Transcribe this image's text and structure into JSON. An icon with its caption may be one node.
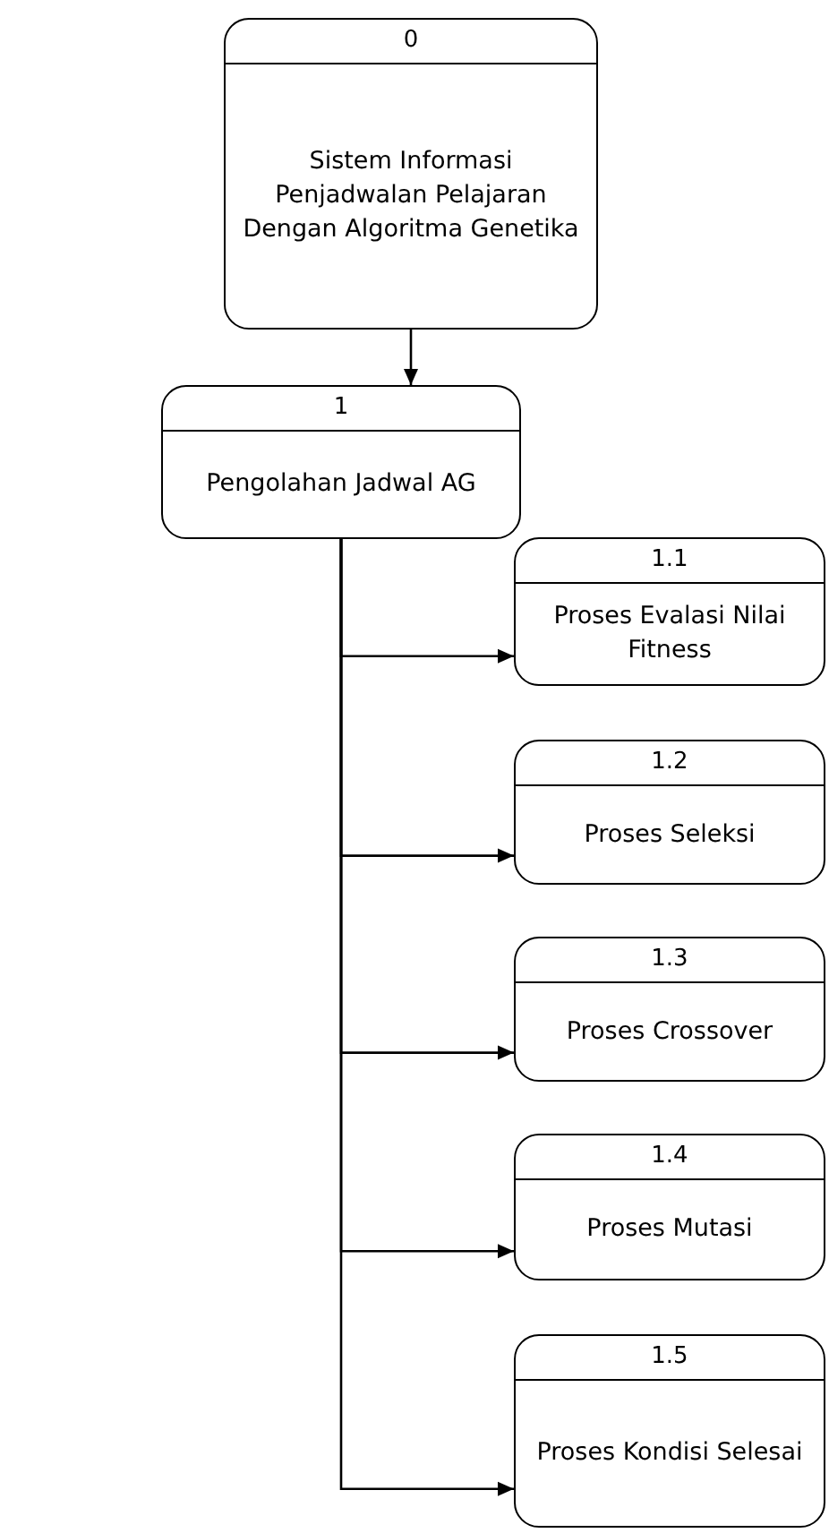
{
  "diagram": {
    "nodes": [
      {
        "text": [
          "0",
          "Sistem Informasi Penjadwalan Pelajaran Dengan Algoritma Genetika"
        ]
      },
      {
        "text": [
          "1",
          "Pengolahan Jadwal AG"
        ]
      },
      {
        "text": [
          "1.1",
          "Proses Evalasi Nilai Fitness"
        ]
      },
      {
        "text": [
          "1.2",
          "Proses Seleksi"
        ]
      },
      {
        "text": [
          "1.3",
          "Proses Crossover"
        ]
      },
      {
        "text": [
          "1.4",
          "Proses Mutasi"
        ]
      },
      {
        "text": [
          "1.5",
          "Proses Kondisi Selesai"
        ]
      }
    ],
    "edges": [
      {
        "from": 0,
        "to": 1,
        "arrow": "to"
      },
      {
        "from": 1,
        "to": 2,
        "arrow": "to"
      },
      {
        "from": 1,
        "to": 3,
        "arrow": "to"
      },
      {
        "from": 1,
        "to": 4,
        "arrow": "to"
      },
      {
        "from": 1,
        "to": 5,
        "arrow": "to"
      },
      {
        "from": 1,
        "to": 6,
        "arrow": "to"
      }
    ]
  }
}
